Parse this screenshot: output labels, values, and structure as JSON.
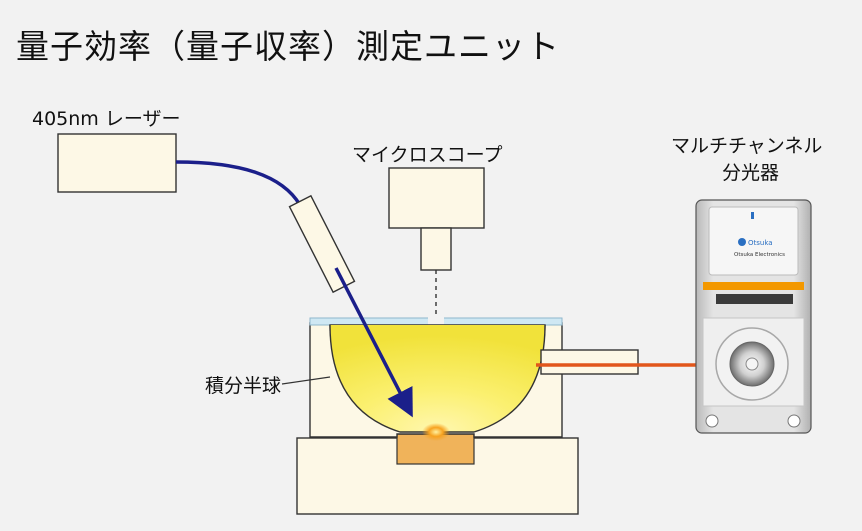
{
  "title": "量子効率（量子収率）測定ユニット",
  "labels": {
    "laser": "405nm レーザー",
    "microscope": "マイクロスコープ",
    "spectrometer_line1": "マルチチャンネル",
    "spectrometer_line2": "分光器",
    "hemisphere": "積分半球"
  },
  "device": {
    "brand": "Otsuka",
    "brand_full": "Otsuka Electronics"
  },
  "colors": {
    "background": "#f2f2f2",
    "box_fill": "#fdf8e6",
    "fiber": "#1b1f8a",
    "output_arrow": "#e2561b",
    "sample": "#f0b35a",
    "device_accent": "#f39800"
  }
}
